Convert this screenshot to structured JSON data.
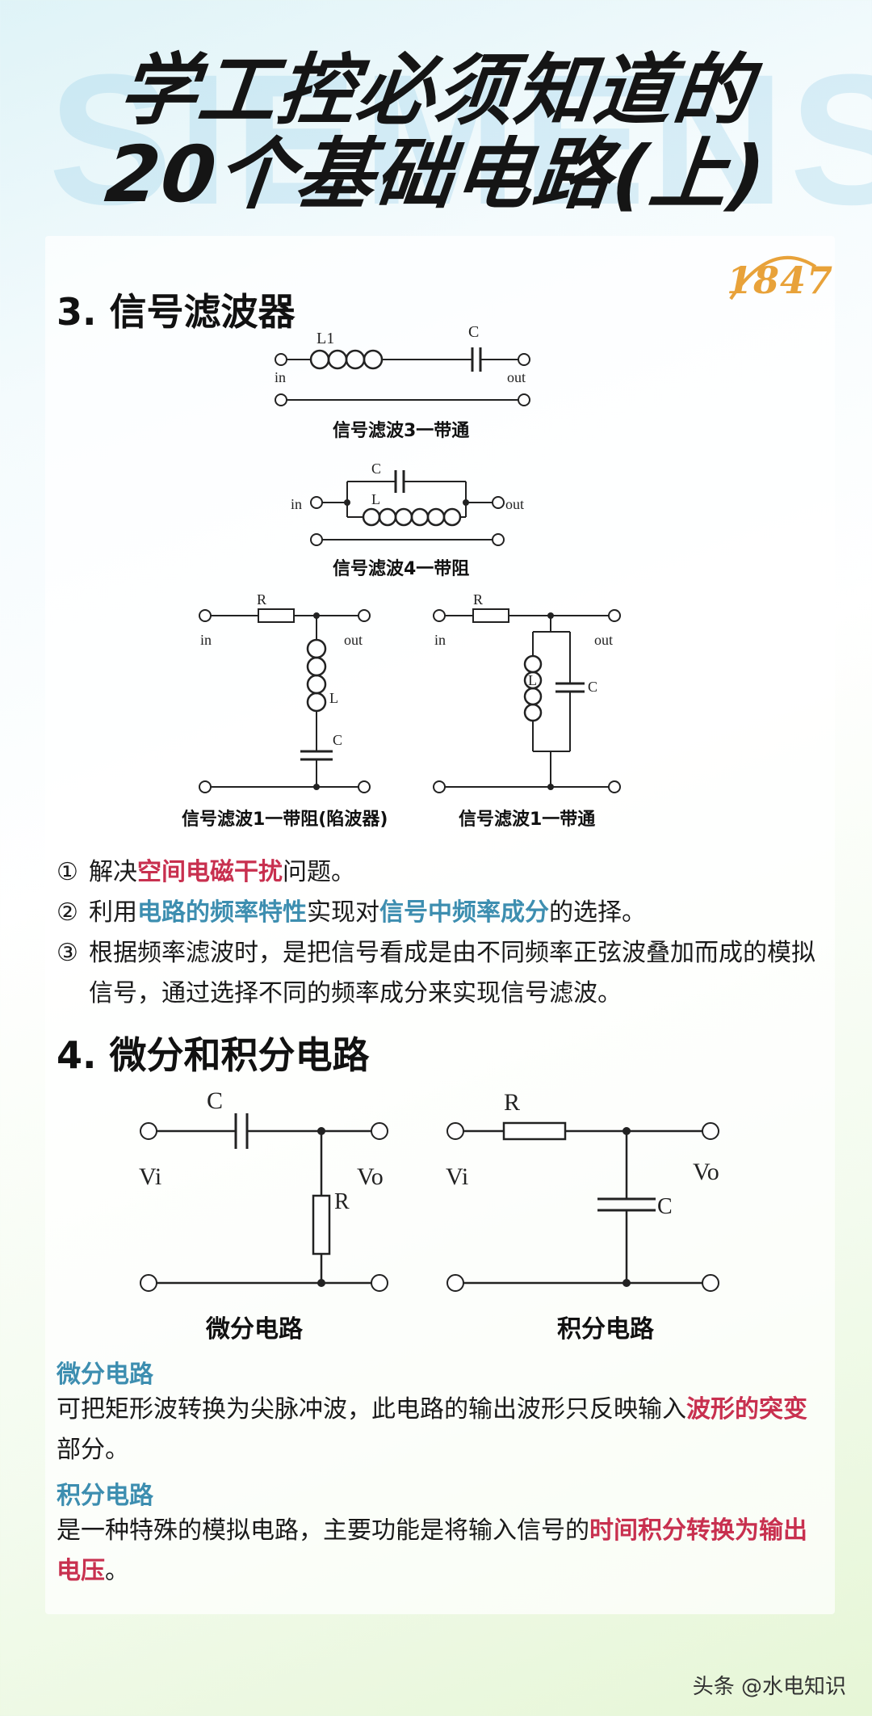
{
  "background_word": "SIEMENS",
  "title": {
    "line1": "学工控必须知道的",
    "line2": "20个基础电路(上)"
  },
  "logo": "1847",
  "section3": {
    "heading": "3. 信号滤波器",
    "circuits": [
      {
        "caption": "信号滤波3一带通",
        "labels": {
          "l": "L1",
          "c": "C",
          "in": "in",
          "out": "out"
        }
      },
      {
        "caption": "信号滤波4一带阻",
        "labels": {
          "c": "C",
          "l": "L",
          "in": "in",
          "out": "out"
        }
      },
      {
        "caption": "信号滤波1一带阻(陷波器)",
        "labels": {
          "r": "R",
          "l": "L",
          "c": "C",
          "in": "in",
          "out": "out"
        }
      },
      {
        "caption": "信号滤波1一带通",
        "labels": {
          "r": "R",
          "l": "L",
          "c": "C",
          "in": "in",
          "out": "out"
        }
      }
    ],
    "points": [
      {
        "num": "①",
        "parts": [
          {
            "t": "解决",
            "s": ""
          },
          {
            "t": "空间电磁干扰",
            "s": "red"
          },
          {
            "t": "问题。",
            "s": ""
          }
        ]
      },
      {
        "num": "②",
        "parts": [
          {
            "t": "利用",
            "s": ""
          },
          {
            "t": "电路的频率特性",
            "s": "blue"
          },
          {
            "t": "实现对",
            "s": ""
          },
          {
            "t": "信号中频率成分",
            "s": "blue"
          },
          {
            "t": "的选择。",
            "s": ""
          }
        ]
      },
      {
        "num": "③",
        "parts": [
          {
            "t": "根据频率滤波时，是把信号看成是由不同频率正弦波叠加而成的模拟信号，通过选择不同的频率成分来实现信号滤波。",
            "s": ""
          }
        ]
      }
    ]
  },
  "section4": {
    "heading": "4. 微分和积分电路",
    "diff": {
      "caption": "微分电路",
      "labels": {
        "c": "C",
        "r": "R",
        "vi": "Vi",
        "vo": "Vo"
      }
    },
    "integ": {
      "caption": "积分电路",
      "labels": {
        "r": "R",
        "c": "C",
        "vi": "Vi",
        "vo": "Vo"
      }
    },
    "diff_title": "微分电路",
    "diff_text": [
      {
        "t": "可把矩形波转换为尖脉冲波，此电路的输出波形只反映输入",
        "s": ""
      },
      {
        "t": "波形的突变",
        "s": "red"
      },
      {
        "t": "部分。",
        "s": ""
      }
    ],
    "integ_title": "积分电路",
    "integ_text": [
      {
        "t": "是一种特殊的模拟电路，主要功能是将输入信号的",
        "s": ""
      },
      {
        "t": "时间积分转换为输出电压",
        "s": "red"
      },
      {
        "t": "。",
        "s": ""
      }
    ]
  },
  "footer": "头条 @水电知识"
}
